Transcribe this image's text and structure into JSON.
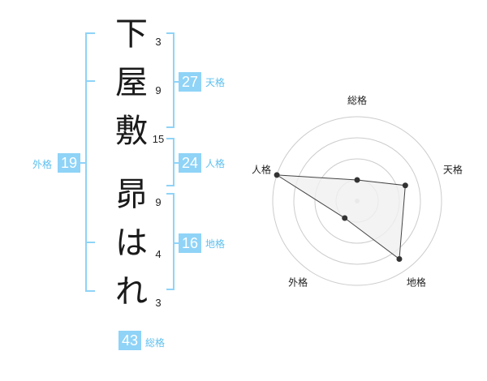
{
  "name": {
    "chars": [
      "下",
      "屋",
      "敷",
      "昴",
      "は",
      "れ"
    ],
    "strokes": [
      "3",
      "9",
      "15",
      "9",
      "4",
      "3"
    ]
  },
  "scores": {
    "tenkaku": {
      "label": "天格",
      "value": "27"
    },
    "jinkaku": {
      "label": "人格",
      "value": "24"
    },
    "chikaku": {
      "label": "地格",
      "value": "16"
    },
    "gaikaku": {
      "label": "外格",
      "value": "19"
    },
    "soukaku": {
      "label": "総格",
      "value": "43"
    }
  },
  "chart_data": {
    "type": "radar",
    "axes": [
      "総格",
      "天格",
      "地格",
      "外格",
      "人格"
    ],
    "values": [
      0.25,
      0.6,
      0.85,
      0.25,
      1.0
    ],
    "rings": 4,
    "colors": {
      "fill": "#f0f0f0",
      "stroke": "#444444",
      "ring": "#cccccc",
      "center": "#cccccc"
    }
  },
  "colors": {
    "accent": "#8fd3f7",
    "label": "#5fc0ee"
  }
}
